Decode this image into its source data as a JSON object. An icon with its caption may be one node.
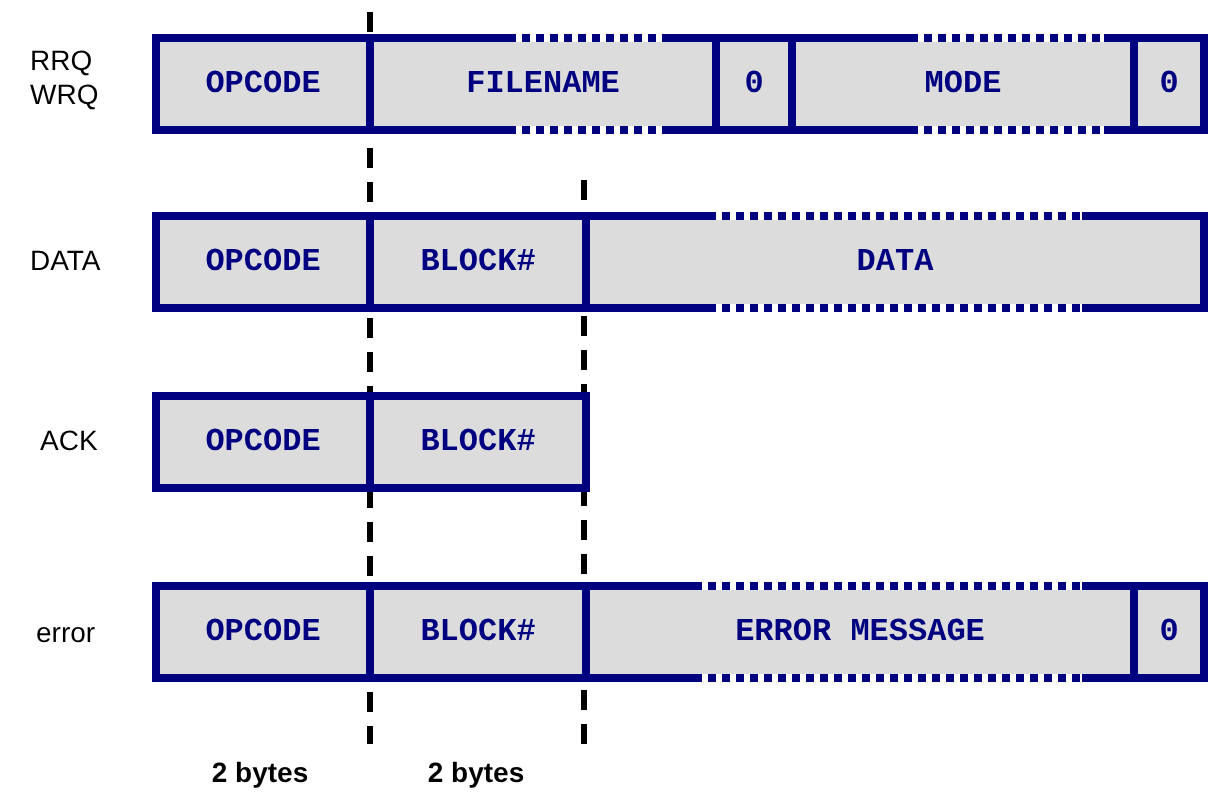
{
  "diagram": {
    "nodes": [
      {
        "text": [
          "OPCODE"
        ]
      },
      {
        "text": [
          "FILENAME"
        ]
      },
      {
        "text": [
          "0"
        ]
      },
      {
        "text": [
          "MODE"
        ]
      },
      {
        "text": [
          "0"
        ]
      },
      {
        "text": [
          "OPCODE"
        ]
      },
      {
        "text": [
          "BLOCK#"
        ]
      },
      {
        "text": [
          "DATA"
        ]
      },
      {
        "text": [
          "OPCODE"
        ]
      },
      {
        "text": [
          "BLOCK#"
        ]
      },
      {
        "text": [
          "OPCODE"
        ]
      },
      {
        "text": [
          "BLOCK#"
        ]
      },
      {
        "text": [
          "ERROR MESSAGE"
        ]
      },
      {
        "text": [
          "0"
        ]
      }
    ],
    "edges": [],
    "labels": [
      "RRQ WRQ",
      "DATA",
      "ACK",
      "error",
      "2 bytes",
      "2 bytes"
    ]
  }
}
